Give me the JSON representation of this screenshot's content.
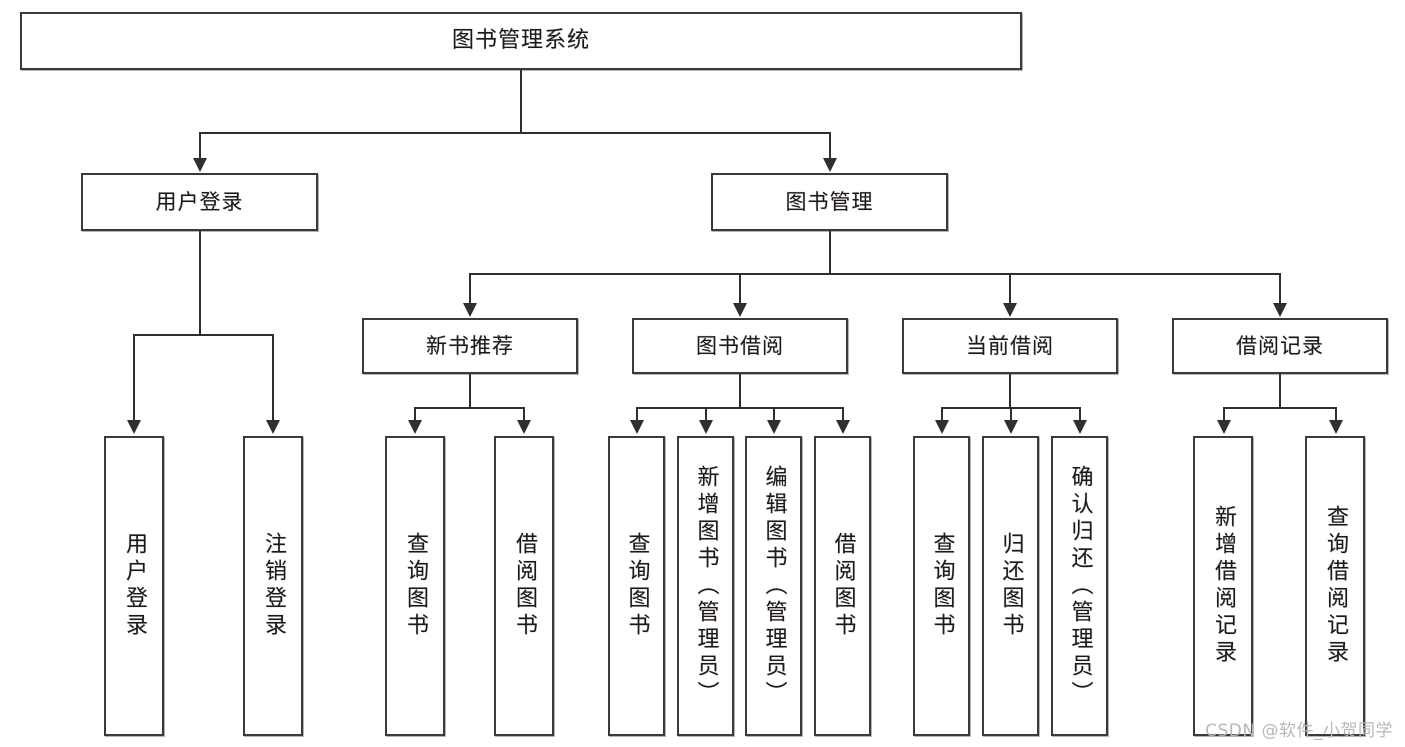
{
  "diagram": {
    "title": "图书管理系统",
    "type": "function-structure-tree",
    "root": {
      "label": "图书管理系统"
    },
    "level2": [
      {
        "label": "用户登录"
      },
      {
        "label": "图书管理"
      }
    ],
    "level3": [
      {
        "label": "新书推荐"
      },
      {
        "label": "图书借阅"
      },
      {
        "label": "当前借阅"
      },
      {
        "label": "借阅记录"
      }
    ],
    "leaves": {
      "user_login": [
        {
          "label": "用户登录"
        },
        {
          "label": "注销登录"
        }
      ],
      "new_book_recommend": [
        {
          "label": "查询图书"
        },
        {
          "label": "借阅图书"
        }
      ],
      "book_borrow": [
        {
          "label": "查询图书"
        },
        {
          "label": "新增图书（管理员）"
        },
        {
          "label": "编辑图书（管理员）"
        },
        {
          "label": "借阅图书"
        }
      ],
      "current_borrow": [
        {
          "label": "查询图书"
        },
        {
          "label": "归还图书"
        },
        {
          "label": "确认归还（管理员）"
        }
      ],
      "borrow_record": [
        {
          "label": "新增借阅记录"
        },
        {
          "label": "查询借阅记录"
        }
      ]
    }
  },
  "watermark": {
    "text": "CSDN @软件_小贺同学"
  },
  "colors": {
    "box_border": "#3a3a3a",
    "connector": "#2f2f2f",
    "text": "#1a1a1a",
    "background": "#ffffff",
    "watermark": "#b8b8b8"
  }
}
